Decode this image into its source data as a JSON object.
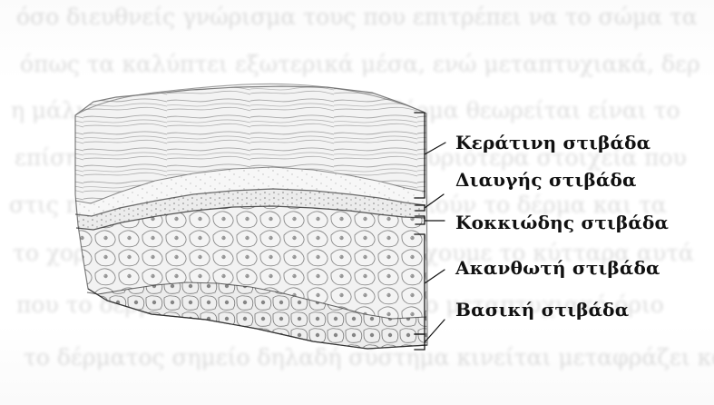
{
  "diagram": {
    "layers": [
      {
        "id": "stratum-corneum",
        "label": "Κεράτινη στιβάδα"
      },
      {
        "id": "stratum-lucidum",
        "label": "Διαυγής στιβάδα"
      },
      {
        "id": "stratum-granulosum",
        "label": "Κοκκιώδης στιβάδα"
      },
      {
        "id": "stratum-spinosum",
        "label": "Ακανθωτή στιβάδα"
      },
      {
        "id": "stratum-basale",
        "label": "Βασική στιβάδα"
      }
    ]
  },
  "background": {
    "lines": [
      "όσο διευθνείς γνώρισμα τους που επιτρέπει να το σώμα τα",
      "όπως τα καλύπτει εξωτερικά μέσα, ενώ μεταπτυχιακά, δερ",
      "η μάλιστα βασική λειτουργία το δέρμα θεωρείται είναι το",
      "επίσης ο οργανισμός τους, δύο τα κυριότερα στοιχεία που",
      "στις παρακάτω στιβάδες που αποτελούν το δέρμα και τα",
      "το χορίο και η επιδερμίδα της που έχουμε το κύτταρα αυτά",
      "που το δέρμα που προέρχεται από το μεταπτυχιακό όριο",
      "το δέρματος σημείο δηλαδή σύστημα κινείται μεταφράζει και"
    ]
  }
}
